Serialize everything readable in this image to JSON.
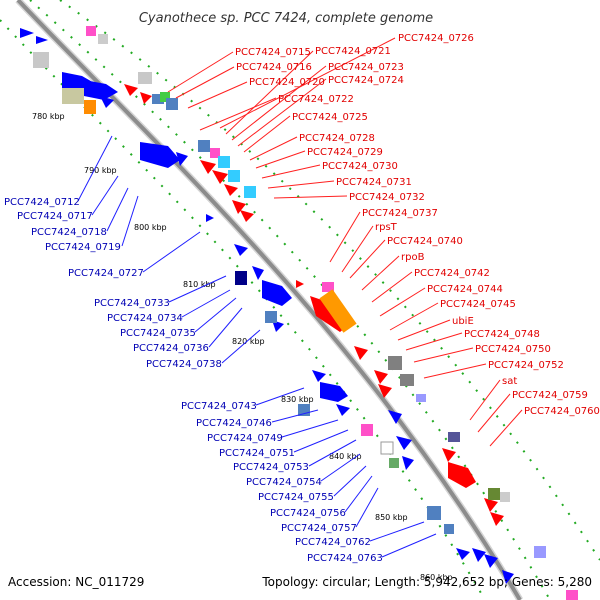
{
  "title": "Cyanothece sp. PCC 7424, complete genome",
  "accession_text": "Accession: NC_011729",
  "topology_text": "Topology: circular; Length: 5,942,652 bp; Genes: 5,280",
  "colors": {
    "forward": "#ff0000",
    "reverse": "#0000ff",
    "backbone": "#8c8c8c",
    "tick": "#22aa22",
    "label_forward": "#e10000",
    "label_reverse": "#0000b4"
  },
  "ticks": [
    "780 kbp",
    "790 kbp",
    "800 kbp",
    "810 kbp",
    "820 kbp",
    "830 kbp",
    "840 kbp",
    "850 kbp",
    "860 kbp"
  ],
  "labels_forward": [
    "PCC7424_0726",
    "PCC7424_0721",
    "PCC7424_0715",
    "PCC7424_0723",
    "PCC7424_0716",
    "PCC7424_0724",
    "PCC7424_0720",
    "PCC7424_0722",
    "PCC7424_0725",
    "PCC7424_0728",
    "PCC7424_0729",
    "PCC7424_0730",
    "PCC7424_0731",
    "PCC7424_0732",
    "PCC7424_0737",
    "rpsT",
    "PCC7424_0740",
    "rpoB",
    "PCC7424_0742",
    "PCC7424_0744",
    "PCC7424_0745",
    "ubiE",
    "PCC7424_0748",
    "PCC7424_0750",
    "PCC7424_0752",
    "sat",
    "PCC7424_0759",
    "PCC7424_0760"
  ],
  "labels_reverse": [
    "PCC7424_0712",
    "PCC7424_0717",
    "PCC7424_0718",
    "PCC7424_0719",
    "PCC7424_0727",
    "PCC7424_0733",
    "PCC7424_0734",
    "PCC7424_0735",
    "PCC7424_0736",
    "PCC7424_0738",
    "PCC7424_0743",
    "PCC7424_0746",
    "PCC7424_0749",
    "PCC7424_0751",
    "PCC7424_0753",
    "PCC7424_0754",
    "PCC7424_0755",
    "PCC7424_0756",
    "PCC7424_0757",
    "PCC7424_0762",
    "PCC7424_0763"
  ]
}
